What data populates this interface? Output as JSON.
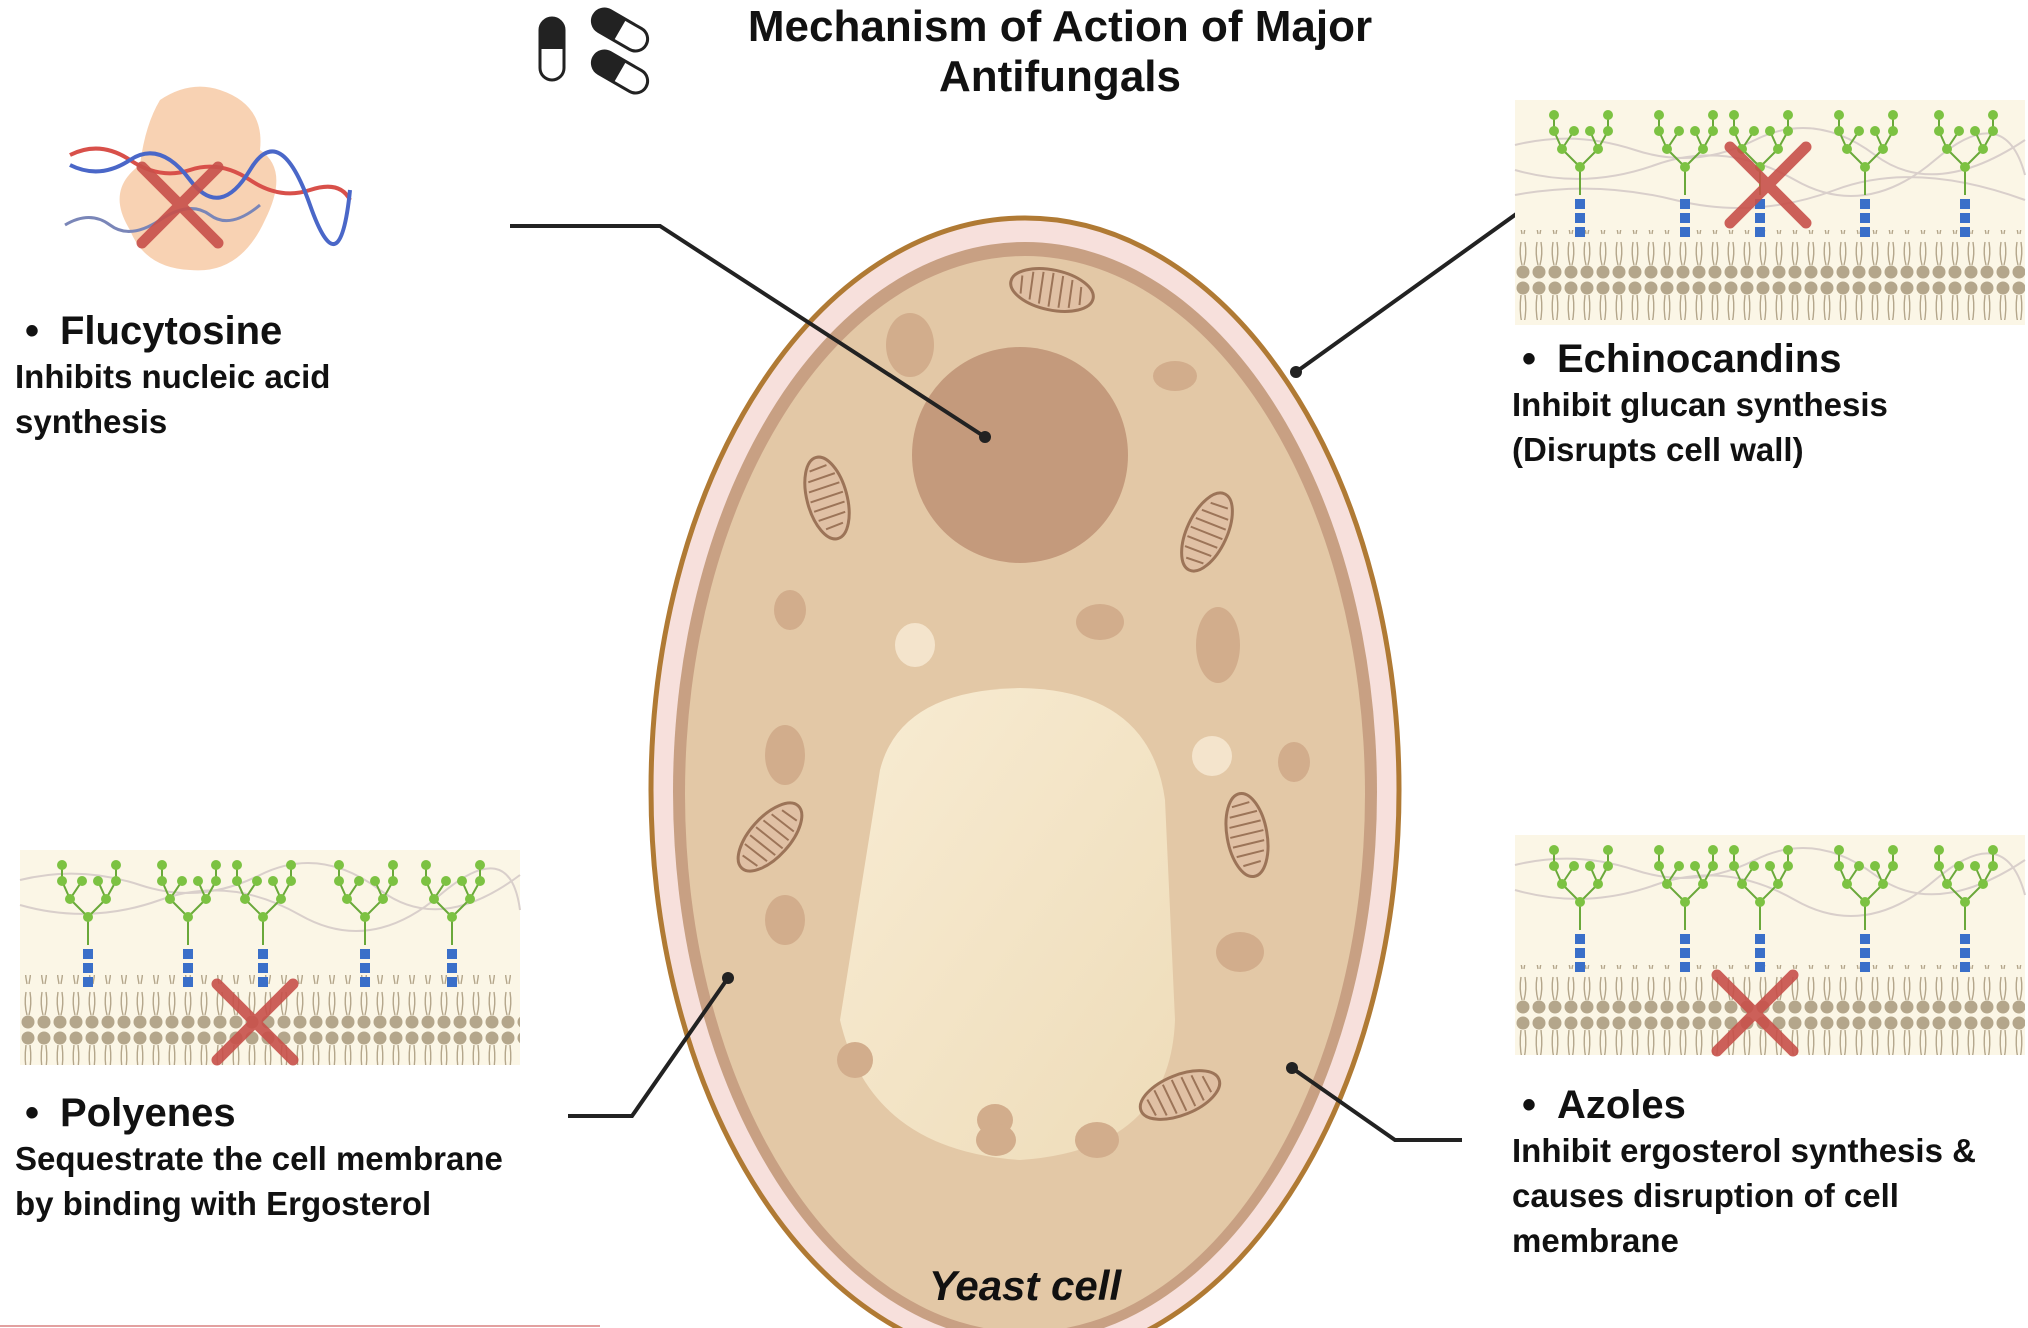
{
  "title": {
    "line1": "Mechanism of Action of Major",
    "line2": "Antifungals",
    "icon": "pill-capsules-icon"
  },
  "caption": "Yeast cell",
  "drugs": [
    {
      "name": "Flucytosine",
      "desc_lines": [
        "Inhibits nucleic acid",
        "synthesis"
      ],
      "icon": "ribosome-dna-blocked-icon"
    },
    {
      "name": "Echinocandins",
      "desc_lines": [
        "Inhibit glucan synthesis",
        "(Disrupts cell wall)"
      ],
      "icon": "cell-wall-glucan-blocked-icon"
    },
    {
      "name": "Polyenes",
      "desc_lines": [
        "Sequestrate the cell membrane",
        "by binding with Ergosterol"
      ],
      "icon": "membrane-ergosterol-blocked-icon"
    },
    {
      "name": "Azoles",
      "desc_lines": [
        "Inhibit ergosterol synthesis &",
        "causes disruption of cell",
        "membrane"
      ],
      "icon": "membrane-synthesis-blocked-icon"
    }
  ],
  "colors": {
    "cell_wall_outline": "#b07a34",
    "cell_wall_fill": "#f7e0dc",
    "cytoplasm": "#e3c8a6",
    "membrane_band": "#c8a083",
    "nucleus": "#c49a7c",
    "vacuole": "#f3e4c6",
    "inhibition_x": "#c8504a",
    "glycan_green": "#7cc242",
    "protein_blue": "#3a6fc9",
    "lipid_head": "#b4a68b",
    "bullet_text": "#111111"
  }
}
